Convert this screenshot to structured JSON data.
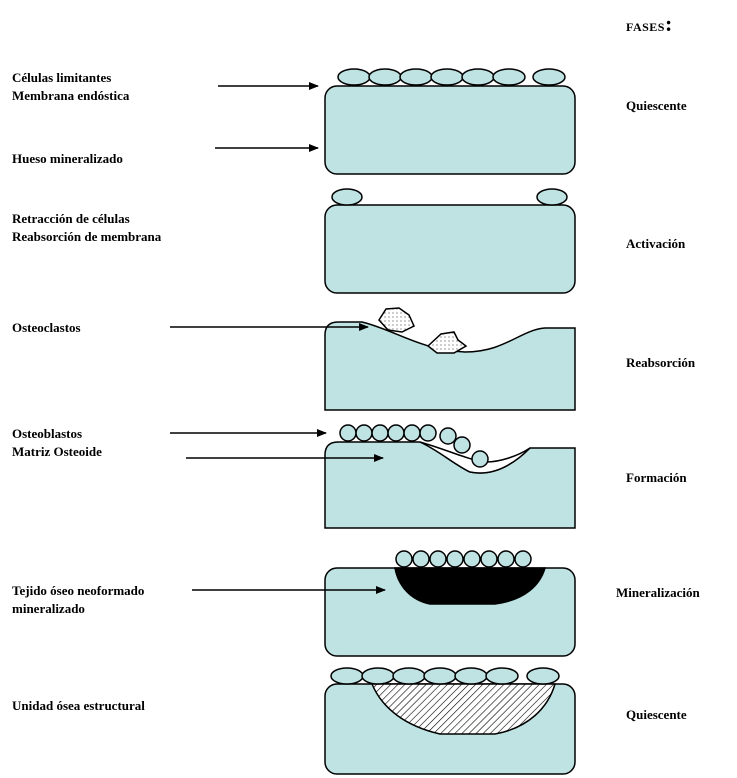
{
  "header": {
    "title": "FASES",
    "colon": ":"
  },
  "labels": {
    "celulas_limitantes": "Células limitantes",
    "membrana_endostica": "Membrana endóstica",
    "hueso_mineralizado": "Hueso mineralizado",
    "retraccion": "Retracción de células",
    "reabsorcion_membrana": "Reabsorción de membrana",
    "osteoclastos": "Osteoclastos",
    "osteoblastos": "Osteoblastos",
    "matriz_osteoide": "Matriz Osteoide",
    "tejido_line1": "Tejido óseo neoformado",
    "tejido_line2": "mineralizado",
    "unidad": "Unidad ósea estructural"
  },
  "phases": {
    "p1": "Quiescente",
    "p2": "Activación",
    "p3": "Reabsorción",
    "p4": "Formación",
    "p5": "Mineralización",
    "p6": "Quiescente"
  },
  "colors": {
    "bone": "#bfe3e3",
    "outline": "#000000",
    "new_bone": "#000000",
    "background": "#ffffff"
  }
}
